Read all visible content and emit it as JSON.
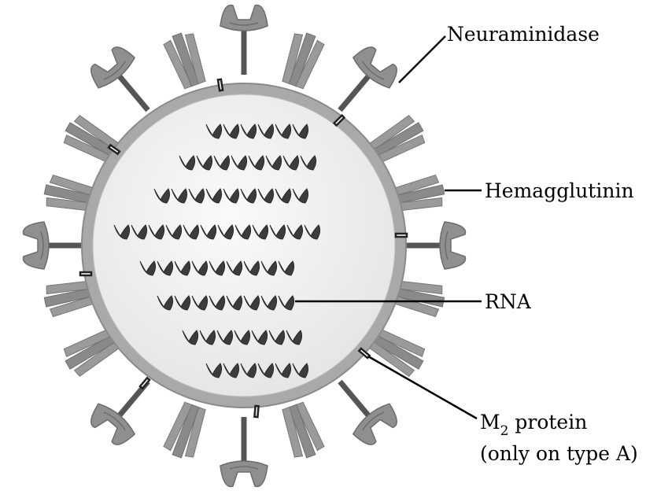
{
  "labels": {
    "neuraminidase": "Neuraminidase",
    "hemagglutinin": "Hemagglutinin",
    "rna": "RNA",
    "m2_main": "M",
    "m2_sub": "2",
    "m2_tail": " protein",
    "m2_note": "(only on type A)"
  },
  "colors": {
    "background": "#ffffff",
    "membrane": "#a9a9a9",
    "interior": "#f2f2f2",
    "spike": "#8f8f8f",
    "stalk": "#555555",
    "rna": "#3c3c3c",
    "text": "#000000"
  },
  "icons": [
    "virus-envelope-icon",
    "neuraminidase-spike-icon",
    "hemagglutinin-spike-icon",
    "rna-coil-icon",
    "m2-channel-icon"
  ]
}
